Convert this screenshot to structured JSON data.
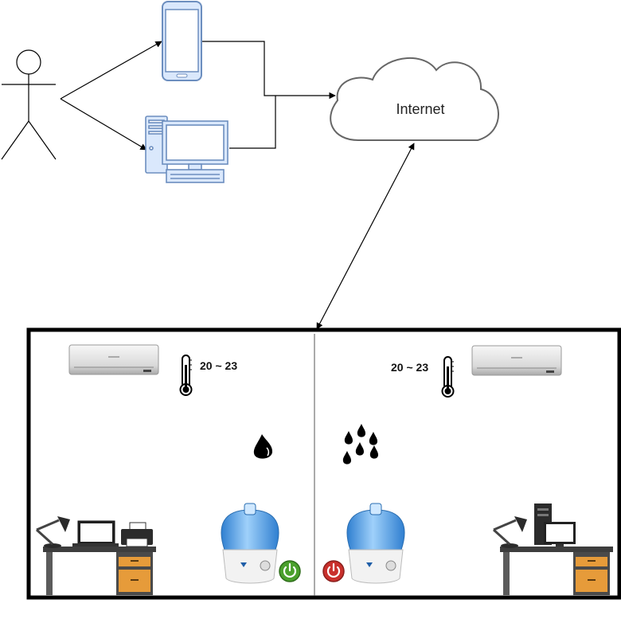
{
  "cloud": {
    "label": "Internet"
  },
  "rooms": [
    {
      "temperature_range": "20 ~ 23",
      "humidifier_power": "on",
      "humidity_icon": "single-drop-icon"
    },
    {
      "temperature_range": "20 ~ 23",
      "humidifier_power": "off",
      "humidity_icon": "multiple-drops-icon"
    }
  ],
  "colors": {
    "device_outline": "#6c8ebf",
    "device_fill": "#dae8fc",
    "cloud_stroke": "#666666",
    "power_on": "#4aa02c",
    "power_off": "#c9302c",
    "desk_drawer": "#e69b3a",
    "humidifier_tank": "#5aa8e8"
  }
}
